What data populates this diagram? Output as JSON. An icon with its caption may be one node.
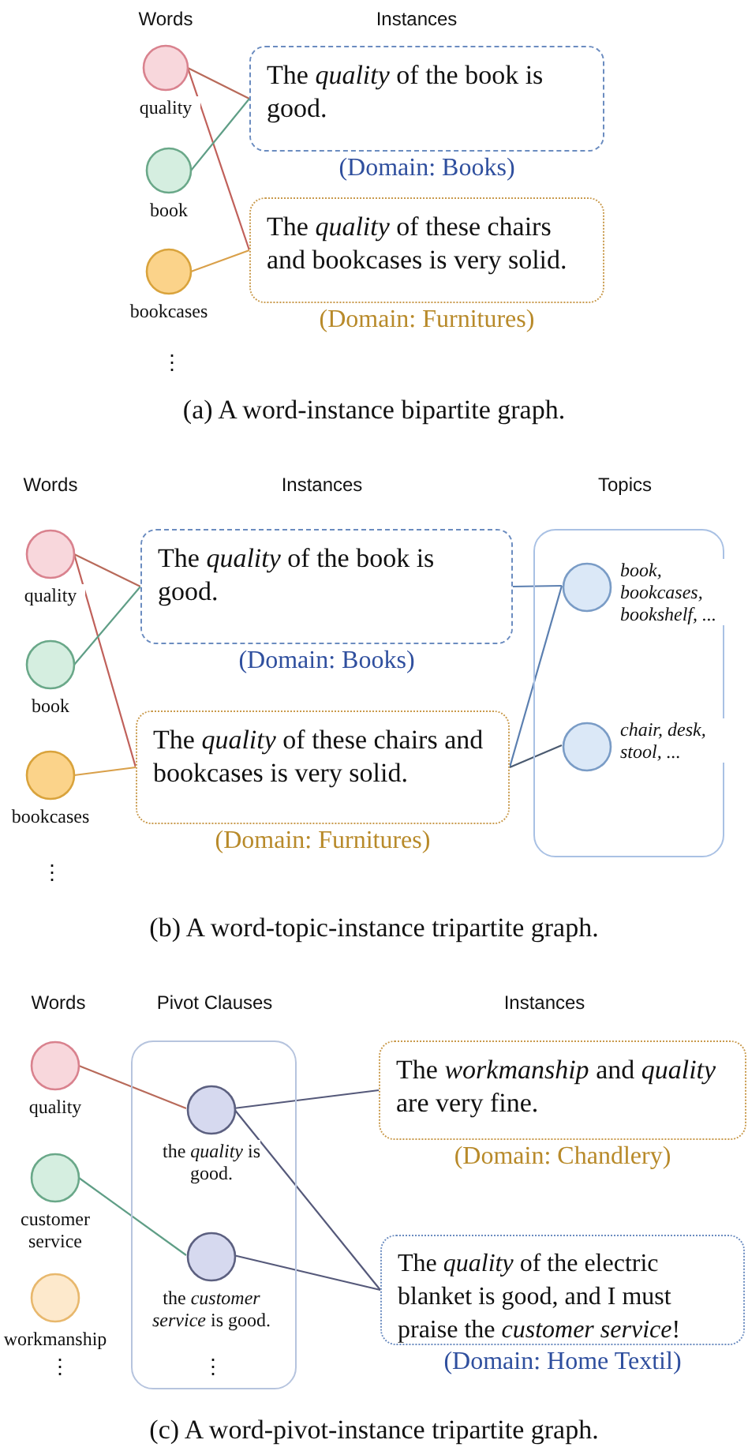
{
  "diagram": {
    "nodes": [
      {
        "text": [
          "quality"
        ]
      },
      {
        "text": [
          "book"
        ]
      },
      {
        "text": [
          "bookcases"
        ]
      },
      {
        "text": [
          "The *quality* of the book is good."
        ],
        "beside": [
          "(Domain: Books)"
        ]
      },
      {
        "text": [
          "The *quality* of these chairs and bookcases is very solid."
        ],
        "beside": [
          "(Domain: Furnitures)"
        ]
      },
      {
        "text": [
          "quality"
        ]
      },
      {
        "text": [
          "book"
        ]
      },
      {
        "text": [
          "bookcases"
        ]
      },
      {
        "text": [
          "The *quality* of the book is good."
        ],
        "beside": [
          "(Domain: Books)"
        ]
      },
      {
        "text": [
          "The *quality* of these chairs and bookcases is very solid."
        ],
        "beside": [
          "(Domain: Furnitures)"
        ]
      },
      {
        "text": [],
        "shape": "box"
      },
      {
        "text": [
          "book, bookcases, bookshelf, ..."
        ],
        "in": 10
      },
      {
        "text": [
          "chair, desk, stool, ..."
        ],
        "in": 10
      },
      {
        "text": [
          "quality"
        ]
      },
      {
        "text": [
          "customer service"
        ]
      },
      {
        "text": [
          "workmanship"
        ]
      },
      {
        "text": [],
        "shape": "box"
      },
      {
        "text": [
          "the *quality* is good."
        ],
        "in": 16
      },
      {
        "text": [
          "the *customer service* is good."
        ],
        "in": 16
      },
      {
        "text": [
          "The *workmanship* and *quality* are very fine."
        ],
        "beside": [
          "(Domain: Chandlery)"
        ]
      },
      {
        "text": [
          "The *quality* of the electric blanket is good, and I must praise the *customer service*!"
        ],
        "beside": [
          "(Domain: Home Textil)"
        ]
      }
    ],
    "edges": [
      {
        "from": 0,
        "to": 3,
        "arrow": "none",
        "color": "#b86a5a"
      },
      {
        "from": 0,
        "to": 4,
        "arrow": "none",
        "color": "#c0605a"
      },
      {
        "from": 1,
        "to": 3,
        "arrow": "none",
        "color": "#5f9e86"
      },
      {
        "from": 2,
        "to": 4,
        "arrow": "none",
        "color": "#d9a04a"
      },
      {
        "from": 5,
        "to": 8,
        "arrow": "none",
        "color": "#b86a5a"
      },
      {
        "from": 5,
        "to": 9,
        "arrow": "none",
        "color": "#c0605a"
      },
      {
        "from": 6,
        "to": 8,
        "arrow": "none",
        "color": "#5f9e86"
      },
      {
        "from": 7,
        "to": 9,
        "arrow": "none",
        "color": "#d9a04a"
      },
      {
        "from": 8,
        "to": 11,
        "arrow": "none",
        "color": "#5b7fb0"
      },
      {
        "from": 9,
        "to": 11,
        "arrow": "none",
        "color": "#5b7fb0"
      },
      {
        "from": 9,
        "to": 12,
        "arrow": "none",
        "color": "#4a5a70"
      },
      {
        "from": 13,
        "to": 17,
        "arrow": "none",
        "color": "#b86a5a"
      },
      {
        "from": 14,
        "to": 18,
        "arrow": "none",
        "color": "#5f9e86"
      },
      {
        "from": 17,
        "to": 19,
        "arrow": "none",
        "color": "#55597a"
      },
      {
        "from": 17,
        "to": 20,
        "arrow": "none",
        "color": "#55597a"
      },
      {
        "from": 18,
        "to": 20,
        "arrow": "none",
        "color": "#55597a"
      }
    ],
    "labels": [
      "Words",
      "Instances",
      "⋮",
      "(a) A word-instance bipartite graph.",
      "Words",
      "Instances",
      "Topics",
      "⋮",
      "(b) A word-topic-instance tripartite graph.",
      "Words",
      "Pivot Clauses",
      "Instances",
      "⋮",
      "⋮",
      "(c) A word-pivot-instance tripartite graph."
    ]
  }
}
